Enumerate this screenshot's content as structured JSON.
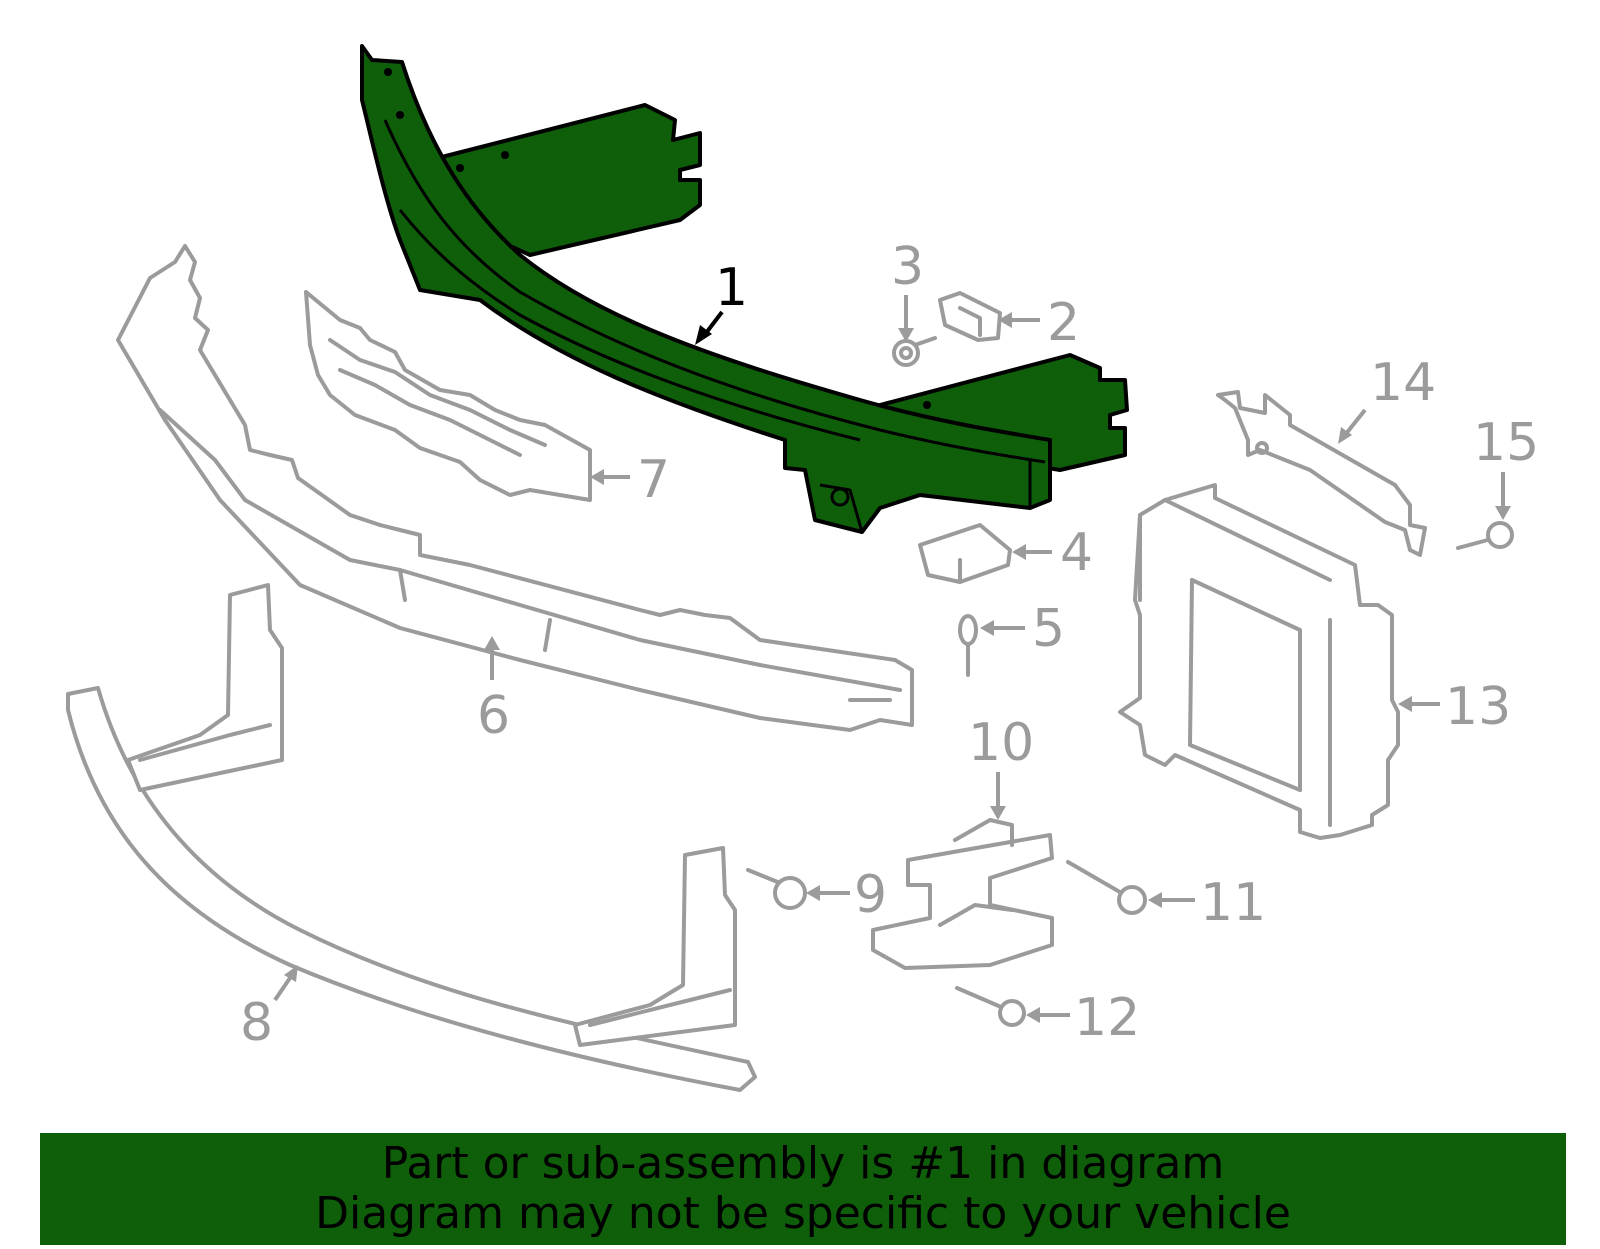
{
  "diagram": {
    "callouts": {
      "c1": "1",
      "c2": "2",
      "c3": "3",
      "c4": "4",
      "c5": "5",
      "c6": "6",
      "c7": "7",
      "c8": "8",
      "c9": "9",
      "c10": "10",
      "c11": "11",
      "c12": "12",
      "c13": "13",
      "c14": "14",
      "c15": "15"
    },
    "selected_part": "1",
    "highlight_color": "#0f5e0a",
    "part_color": "#9b9b9b"
  },
  "banner": {
    "line1": "Part or sub-assembly is #1 in diagram",
    "line2": "Diagram may not be specific to your vehicle",
    "background": "#0f5e0a"
  }
}
